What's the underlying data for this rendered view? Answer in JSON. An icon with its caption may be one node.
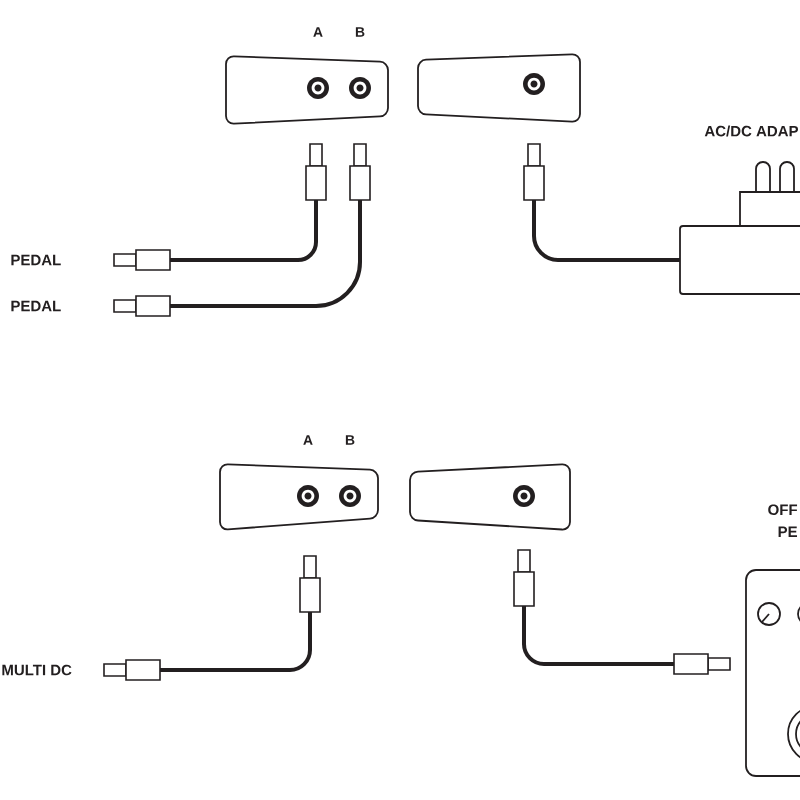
{
  "diagram": {
    "nodes": [
      {
        "text": [],
        "shape": "box"
      },
      {
        "text": [
          "A"
        ],
        "in": 0
      },
      {
        "text": [
          "B"
        ],
        "in": 0
      },
      {
        "text": [],
        "shape": "box"
      },
      {
        "text": [],
        "shape": "circle",
        "in": 3
      },
      {
        "text": [],
        "shape": "plug"
      },
      {
        "text": [],
        "shape": "plug"
      },
      {
        "text": [],
        "shape": "plug"
      },
      {
        "text": [],
        "shape": "plug",
        "beside": [
          "PEDAL"
        ]
      },
      {
        "text": [],
        "shape": "plug",
        "beside": [
          "PEDAL"
        ]
      },
      {
        "text": [
          "AC/DC ADAP"
        ]
      },
      {
        "text": [],
        "shape": "box"
      },
      {
        "text": [
          "A"
        ],
        "in": 11
      },
      {
        "text": [
          "B"
        ],
        "in": 11
      },
      {
        "text": [],
        "shape": "box"
      },
      {
        "text": [],
        "shape": "circle",
        "in": 14
      },
      {
        "text": [],
        "shape": "plug"
      },
      {
        "text": [],
        "shape": "plug"
      },
      {
        "text": [],
        "shape": "plug",
        "beside": [
          "MULTI DC"
        ]
      },
      {
        "text": [],
        "shape": "plug"
      },
      {
        "text": [
          "OFF PE"
        ]
      }
    ],
    "edges": [
      {
        "from": 8,
        "to": 5,
        "arrow": "none"
      },
      {
        "from": 9,
        "to": 6,
        "arrow": "none"
      },
      {
        "from": 7,
        "to": 10,
        "arrow": "none"
      },
      {
        "from": 18,
        "to": 16,
        "arrow": "none"
      },
      {
        "from": 17,
        "to": 19,
        "arrow": "none"
      }
    ]
  }
}
